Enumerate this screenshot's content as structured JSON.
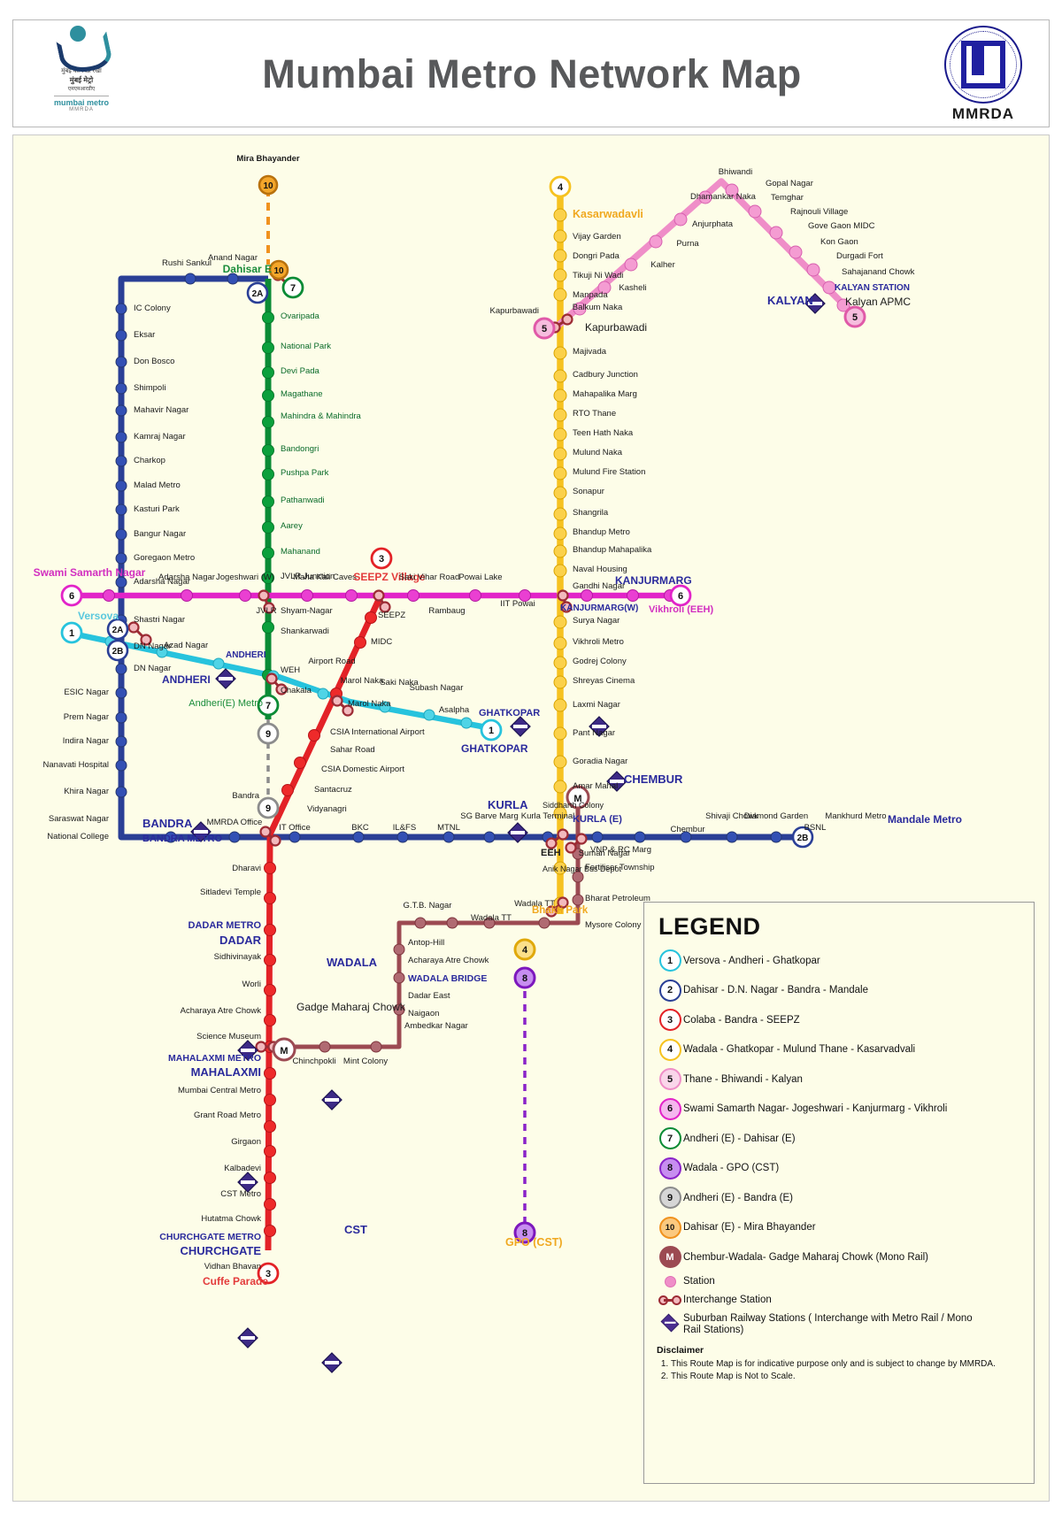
{
  "header": {
    "title": "Mumbai Metro Network Map",
    "logo_left": {
      "line1": "मुंबई की स्वप्न रेखा",
      "line2": "मुंबई मेट्रो",
      "line3": "एमएमआरडीए",
      "line4": "mumbai metro",
      "line5": "MMRDA"
    },
    "logo_right": {
      "name": "MMRDA",
      "icon": "mmrda-seal-icon"
    }
  },
  "legend": {
    "title": "LEGEND",
    "lines": [
      {
        "num": "1",
        "color": "#27c3dd",
        "label": "Versova - Andheri - Ghatkopar"
      },
      {
        "num": "2",
        "color": "#2a3f96",
        "label": "Dahisar - D.N. Nagar -  Bandra - Mandale"
      },
      {
        "num": "3",
        "color": "#e32227",
        "label": "Colaba - Bandra - SEEPZ"
      },
      {
        "num": "4",
        "color": "#f6c220",
        "label": "Wadala - Ghatkopar - Mulund Thane - Kasarvadvali"
      },
      {
        "num": "5",
        "color": "#ef8ec8",
        "label": "Thane - Bhiwandi - Kalyan"
      },
      {
        "num": "6",
        "color": "#e224c8",
        "label": "Swami Samarth Nagar- Jogeshwari - Kanjurmarg - Vikhroli"
      },
      {
        "num": "7",
        "color": "#0a8b35",
        "label": "Andheri (E) - Dahisar (E)"
      },
      {
        "num": "8",
        "color": "#8a23c9",
        "label": "Wadala - GPO (CST)"
      },
      {
        "num": "9",
        "color": "#8c8c8c",
        "label": "Andheri (E) - Bandra (E)"
      },
      {
        "num": "10",
        "color": "#f0921e",
        "label": "Dahisar (E) - Mira Bhayander"
      },
      {
        "num": "M",
        "color": "#9c4a52",
        "label": "Chembur-Wadala- Gadge Maharaj Chowk (Mono Rail)"
      }
    ],
    "symbols": [
      {
        "icon": "station-dot-icon",
        "label": "Station"
      },
      {
        "icon": "interchange-station-icon",
        "label": "Interchange Station"
      },
      {
        "icon": "suburban-railway-icon",
        "label": "Suburban Railway Stations ( Interchange with Metro Rail / Mono Rail Stations)"
      }
    ],
    "disclaimer_title": "Disclaimer",
    "disclaimer_items": [
      "This Route Map is for indicative purpose only and is subject to change by MMRDA.",
      "This Route Map is Not to Scale."
    ]
  },
  "map": {
    "line1": {
      "name": "Versova - Andheri - Ghatkopar",
      "color": "#27c3dd",
      "terminals": [
        "Versova",
        "GHATKOPAR"
      ],
      "stations": [
        "Versova",
        "DN Nagar",
        "Azad Nagar",
        "ANDHERI",
        "WEH",
        "Chakala",
        "Airport Road",
        "Marol Naka",
        "Saki Naka",
        "Subash Nagar",
        "Asalpha",
        "GHATKOPAR"
      ]
    },
    "line2": {
      "name": "Dahisar - D.N. Nagar - Bandra - Mandale",
      "color": "#2a3f96",
      "branch_labels": [
        "2A",
        "2B"
      ],
      "north_stations": [
        "Rushi Sankul",
        "Anand Nagar",
        "Dahisar E"
      ],
      "west_stations": [
        "IC Colony",
        "Eksar",
        "Don Bosco",
        "Shimpoli",
        "Mahavir Nagar",
        "Kamraj Nagar",
        "Charkop",
        "Malad Metro",
        "Kasturi Park",
        "Bangur Nagar",
        "Goregaon Metro",
        "Adarsha Nagar",
        "Shastri Nagar",
        "DN Nagar",
        "ESIC Nagar",
        "Prem Nagar",
        "Indira Nagar",
        "Nanavati Hospital",
        "Khira Nagar",
        "Saraswat Nagar",
        "National College",
        "BANDRA METRO"
      ],
      "east_stations": [
        "BANDRA",
        "MMRDA Office",
        "IT Office",
        "BKC",
        "IL&FS",
        "MTNL",
        "SG Barve Marg",
        "Kurla Terminal",
        "KURLA (E)",
        "Suman Nagar",
        "Chembur",
        "Shivaji Chowk",
        "Diamond Garden",
        "BSNL",
        "Mankhurd Metro",
        "Mandale Metro"
      ]
    },
    "line3": {
      "name": "Colaba - Bandra - SEEPZ",
      "color": "#e32227",
      "terminals": [
        "SEEPZ Village",
        "Cuffe Parade"
      ],
      "stations": [
        "SEEPZ Village",
        "SEEPZ",
        "MIDC",
        "Marol Naka",
        "CSIA International Airport",
        "Sahar Road",
        "CSIA Domestic Airport",
        "Santacruz",
        "Vidyanagri",
        "BKC",
        "Dharavi",
        "Sitladevi Temple",
        "DADAR METRO",
        "Sidhivinayak",
        "Worli",
        "Acharaya Atre Chowk",
        "Science Museum",
        "MAHALAXMI METRO",
        "Mumbai Central Metro",
        "Grant Road Metro",
        "Girgaon",
        "Kalbadevi",
        "CST Metro",
        "Hutatma Chowk",
        "CHURCHGATE METRO",
        "Vidhan Bhavan",
        "Cuffe Parade"
      ]
    },
    "line4": {
      "name": "Wadala - Ghatkopar - Mulund Thane - Kasarvadvali",
      "color": "#f6c220",
      "terminals": [
        "Kasarwadavli",
        "Wadala TT"
      ],
      "stations": [
        "Kasarwadavli",
        "Vijay Garden",
        "Dongri Pada",
        "Tikuji Ni Wadi",
        "Manpada",
        "Kapurbawadi",
        "Majivada",
        "Cadbury Junction",
        "Mahapalika Marg",
        "RTO Thane",
        "Teen Hath Naka",
        "Mulund Naka",
        "Mulund Fire Station",
        "Sonapur",
        "Shangrila",
        "Bhandup Metro",
        "Bhandup Mahapalika",
        "Naval Housing",
        "Gandhi Nagar",
        "KANJURMARG(W)",
        "Surya Nagar",
        "Vikhroli Metro",
        "Godrej Colony",
        "Shreyas Cinema",
        "Laxmi Nagar",
        "Pant Nagar",
        "Goradia Nagar",
        "Amar Mahal",
        "Siddharth Colony",
        "EEH",
        "Anik Nagar Bus Depot",
        "Wadala TT"
      ]
    },
    "line5": {
      "name": "Thane - Bhiwandi - Kalyan",
      "color": "#ef8ec8",
      "terminals": [
        "Kapurbawadi",
        "Kalyan APMC"
      ],
      "stations": [
        "Kapurbawadi",
        "Balkum Naka",
        "Kasheli",
        "Kalher",
        "Purna",
        "Anjurphata",
        "Dhamankar Naka",
        "Bhiwandi",
        "Gopal Nagar",
        "Temghar",
        "Rajnouli Village",
        "Gove Gaon MIDC",
        "Kon Gaon",
        "Durgadi Fort",
        "Sahajanand Chowk",
        "KALYAN STATION",
        "Kalyan APMC"
      ]
    },
    "line6": {
      "name": "Swami Samarth Nagar- Jogeshwari - Kanjurmarg - Vikhroli",
      "color": "#e224c8",
      "terminals": [
        "Swami Samarth Nagar",
        "Vikhroli (EEH)"
      ],
      "stations": [
        "Swami Samarth Nagar",
        "Adarsha Nagar",
        "Jogeshwari (W)",
        "JVLR",
        "JVLR Junction",
        "Maha Kali Caves",
        "SEEPZ Village",
        "Saki Vihar Road",
        "Rambaug",
        "Powai Lake",
        "IIT Powai",
        "KANJURMARG(W)",
        "Vikhroli (EEH)"
      ]
    },
    "line7": {
      "name": "Andheri (E) - Dahisar (E)",
      "color": "#0a8b35",
      "terminals": [
        "Dahisar E",
        "Andheri(E) Metro"
      ],
      "stations": [
        "Dahisar E",
        "Ovaripada",
        "National Park",
        "Devi Pada",
        "Magathane",
        "Mahindra & Mahindra",
        "Bandongri",
        "Pushpa Park",
        "Pathanwadi",
        "Aarey",
        "Mahanand",
        "JVLR Junction",
        "Shyam-Nagar",
        "Shankarwadi",
        "WEH",
        "Andheri(E) Metro"
      ]
    },
    "line8": {
      "name": "Wadala - GPO (CST)",
      "color": "#8a23c9",
      "terminals": [
        "Wadala TT",
        "GPO (CST)"
      ]
    },
    "line9": {
      "name": "Andheri (E) - Bandra (E)",
      "color": "#8c8c8c",
      "terminals": [
        "Andheri(E)",
        "Bandra"
      ]
    },
    "line10": {
      "name": "Dahisar (E) - Mira Bhayander",
      "color": "#f0921e",
      "terminals": [
        "Mira Bhayander",
        "Dahisar E"
      ]
    },
    "mono": {
      "name": "Chembur-Wadala- Gadge Maharaj Chowk (Mono Rail)",
      "color": "#9c4a52",
      "stations": [
        "Chembur",
        "VNP & RC Marg",
        "Fertiliser Township",
        "Bharat Petroleum",
        "Mysore Colony",
        "Bhakti Park",
        "Wadala TT",
        "G.T.B. Nagar",
        "Antop-Hill",
        "Acharaya Atre Chowk",
        "WADALA BRIDGE",
        "Dadar East",
        "Naigaon",
        "Ambedkar Nagar",
        "Mint Colony",
        "Chinchpokli",
        "Gadge Maharaj Chowk"
      ]
    },
    "interchange_names": [
      "ANDHERI",
      "BANDRA",
      "DADAR",
      "MAHALAXMI",
      "CHURCHGATE",
      "CST",
      "GHATKOPAR",
      "KURLA",
      "CHEMBUR",
      "WADALA",
      "KANJURMARG",
      "KALYAN"
    ],
    "named_hubs": [
      "Kapurbawadi",
      "Gadge Maharaj Chowk",
      "Bhakti Park",
      "Mandale Metro",
      "WADALA BRIDGE",
      "KALYAN STATION",
      "Kalyan APMC",
      "GPO (CST)",
      "Cuffe Parade",
      "Mira Bhayander",
      "Kasarwadavli",
      "SEEPZ Village",
      "Versova",
      "Swami Samarth Nagar",
      "Vikhroli (EEH)"
    ]
  }
}
